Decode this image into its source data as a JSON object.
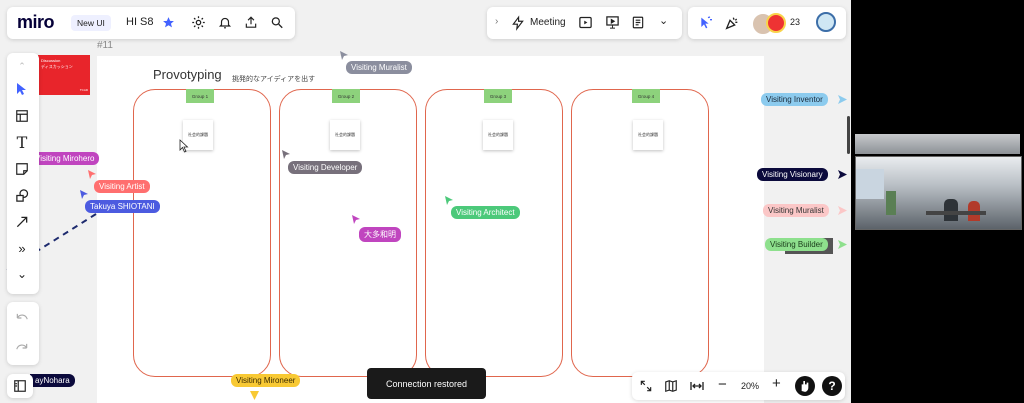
{
  "topbar": {
    "logo": "miro",
    "new_ui_badge": "New UI",
    "board_name": "HI S8",
    "meeting_label": "Meeting",
    "participant_count": "23"
  },
  "board": {
    "frame_label": "#11",
    "frame_title": "Provotyping",
    "frame_subtitle": "挑発的なアイディアを出す",
    "red_card": {
      "title": "Discussion",
      "subtitle": "ディスカッション",
      "note": "TCAD"
    },
    "groups": [
      {
        "tag": "Group 1",
        "sticky": "社会的課題"
      },
      {
        "tag": "Group 2",
        "sticky": "社会的課題"
      },
      {
        "tag": "Group 3",
        "sticky": "社会的課題"
      },
      {
        "tag": "Group 4",
        "sticky": "社会的課題"
      }
    ]
  },
  "cursors": [
    {
      "label": "Visiting Muralist",
      "color": "#8b8e9e"
    },
    {
      "label": "Visiting Mirohero",
      "color": "#c045bf"
    },
    {
      "label": "Visiting Artist",
      "color": "#ff6f6f"
    },
    {
      "label": "Takuya SHIOTANI",
      "color": "#4c5be0"
    },
    {
      "label": "Visiting Developer",
      "color": "#77707b"
    },
    {
      "label": "大多和明",
      "color": "#c045bf"
    },
    {
      "label": "Visiting Architect",
      "color": "#4cc97a"
    },
    {
      "label": "Visiting Inventor",
      "color": "#8ccbee"
    },
    {
      "label": "Visiting Visionary",
      "color": "#0b0a3c"
    },
    {
      "label": "Visiting Muralist",
      "color": "#fbc7c7"
    },
    {
      "label": "Visiting Builder",
      "color": "#8ee08d"
    },
    {
      "label": "Visiting Mironeer",
      "color": "#f8c934"
    },
    {
      "label": "ayNohara",
      "color": "#0b0a3c"
    }
  ],
  "status": {
    "toast": "Connection restored",
    "zoom": "20%"
  }
}
